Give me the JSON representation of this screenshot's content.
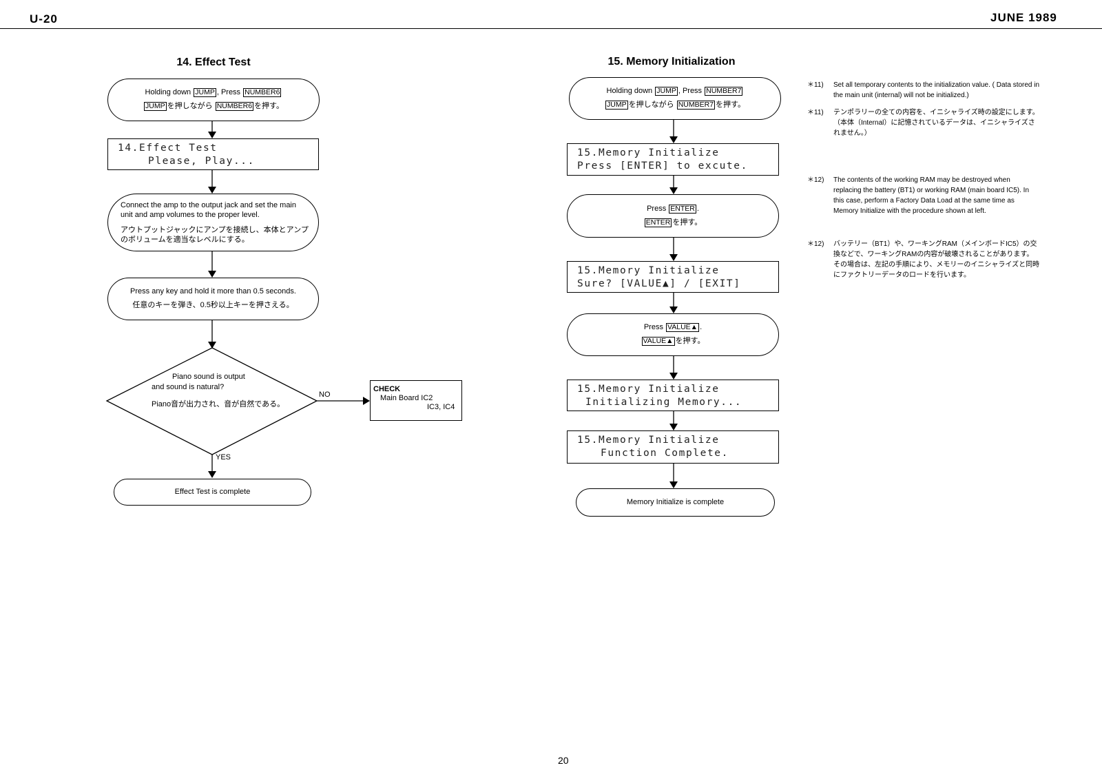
{
  "header": {
    "model": "U-20",
    "date": "JUNE 1989"
  },
  "footer": {
    "page_number": "20"
  },
  "effect_test": {
    "title": "14. Effect Test",
    "start": {
      "en_prefix": "Holding down",
      "en_key1": "JUMP",
      "en_mid": ", Press",
      "en_key2": "NUMBER6",
      "jp_key1": "JUMP",
      "jp_mid": "を押しながら",
      "jp_key2": "NUMBER6",
      "jp_suffix": "を押す。"
    },
    "lcd": {
      "line1": "14.Effect Test",
      "line2": "Please, Play..."
    },
    "connect": {
      "en": "Connect the amp to the output jack and set the main unit and amp volumes to the proper level.",
      "jp": "アウトプットジャックにアンプを接続し、本体とアンプのボリュームを適当なレベルにする。"
    },
    "press_key": {
      "en": "Press any key and hold it more than 0.5 seconds.",
      "jp": "任意のキーを弾き、0.5秒以上キーを押さえる。"
    },
    "decision": {
      "en_line1": "Piano sound is output",
      "en_line2": "and sound is natural?",
      "jp": "Piano音が出力され、音が自然である。"
    },
    "no_label": "NO",
    "yes_label": "YES",
    "check": {
      "title": "CHECK",
      "line1": "Main Board IC2",
      "line2": "IC3, IC4"
    },
    "end": "Effect Test is complete"
  },
  "memory_init": {
    "title": "15. Memory Initialization",
    "start": {
      "en_prefix": "Holding down",
      "en_key1": "JUMP",
      "en_mid": ", Press",
      "en_key2": "NUMBER7",
      "jp_key1": "JUMP",
      "jp_mid": "を押しながら",
      "jp_key2": "NUMBER7",
      "jp_suffix": "を押す。"
    },
    "lcd1": {
      "line1": "15.Memory Initialize",
      "line2": "Press [ENTER] to excute."
    },
    "press_enter": {
      "en_prefix": "Press",
      "key": "ENTER",
      "en_suffix": ".",
      "jp_key": "ENTER",
      "jp_suffix": "を押す。"
    },
    "lcd2": {
      "line1": "15.Memory Initialize",
      "line2": "Sure? [VALUE▲] / [EXIT]"
    },
    "press_value": {
      "en_prefix": "Press",
      "key": "VALUE▲",
      "en_suffix": ".",
      "jp_key": "VALUE▲",
      "jp_suffix": "を押す。"
    },
    "lcd3": {
      "line1": "15.Memory Initialize",
      "line2": "Initializing Memory..."
    },
    "lcd4": {
      "line1": "15.Memory Initialize",
      "line2": "Function Complete."
    },
    "end": "Memory Initialize is complete"
  },
  "notes": [
    {
      "mark": "＊11)",
      "text": "Set all temporary contents to the initialization value. ( Data stored in the main unit (internal) will not be initialized.)"
    },
    {
      "mark": "＊11)",
      "text": "テンポラリーの全ての内容を、イニシャライズ時の設定にします。（本体（Internal）に記憶されているデータは、イニシャライズされません。）"
    },
    {
      "mark": "＊12)",
      "text": "The contents of the working RAM may be destroyed when replacing the battery (BT1) or working RAM (main board IC5). In this case, perform a Factory Data Load at the same time as Memory Initialize with the procedure shown at left."
    },
    {
      "mark": "＊12)",
      "text": "バッテリー（BT1）や、ワーキングRAM（メインボードIC5）の交換などで、ワーキングRAMの内容が破壊されることがあります。その場合は、左記の手順により、メモリーのイニシャライズと同時にファクトリーデータのロードを行います。"
    }
  ]
}
